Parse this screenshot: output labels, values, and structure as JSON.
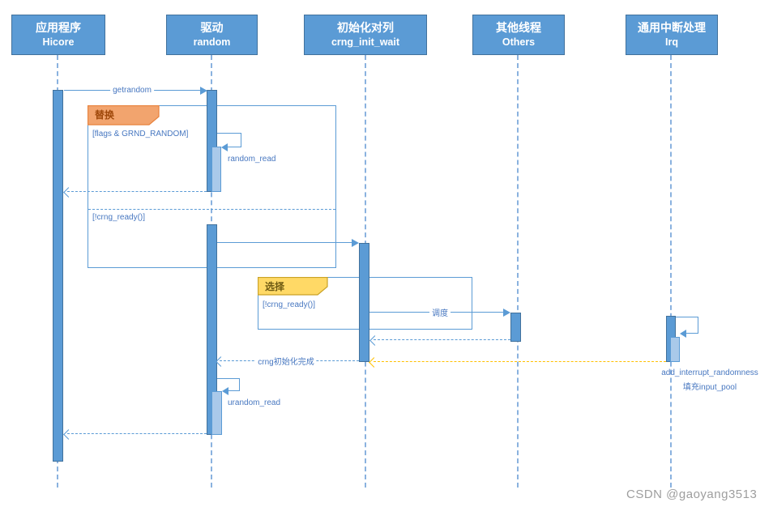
{
  "actors": [
    {
      "name_zh": "应用程序",
      "name_en": "Hicore"
    },
    {
      "name_zh": "驱动",
      "name_en": "random"
    },
    {
      "name_zh": "初始化对列",
      "name_en": "crng_init_wait"
    },
    {
      "name_zh": "其他线程",
      "name_en": "Others"
    },
    {
      "name_zh": "通用中断处理",
      "name_en": "Irq"
    }
  ],
  "frames": [
    {
      "operator": "替换",
      "guard1": "[flags & GRND_RANDOM]",
      "guard2": "[!crng_ready()]"
    },
    {
      "operator": "选择",
      "guard1": "[!crng_ready()]"
    }
  ],
  "messages": {
    "getrandom": "getrandom",
    "random_read": "random_read",
    "schedule": "调度",
    "crng_init_done": "crng初始化完成",
    "urandom_read": "urandom_read"
  },
  "notes": {
    "irq_line1": "add_interrupt_randomness",
    "irq_line2": "填充input_pool"
  },
  "watermark": "CSDN @gaoyang3513",
  "colors": {
    "actor_fill": "#5B9BD5",
    "actor_border": "#41719C",
    "activation_fill": "#5B9BD5",
    "activation_nested_fill": "#A9C9EA",
    "message_line": "#5B9BD5",
    "label_text": "#4777C0",
    "alt_label_fill": "#F2A46E",
    "alt_label_border": "#E8823C",
    "alt_label_text": "#A0490B",
    "opt_label_fill": "#FFD966",
    "opt_label_border": "#C9A227",
    "opt_label_text": "#6E5A12",
    "yellow_arrow": "#FFC000",
    "watermark_text": "#9E9E9E"
  }
}
